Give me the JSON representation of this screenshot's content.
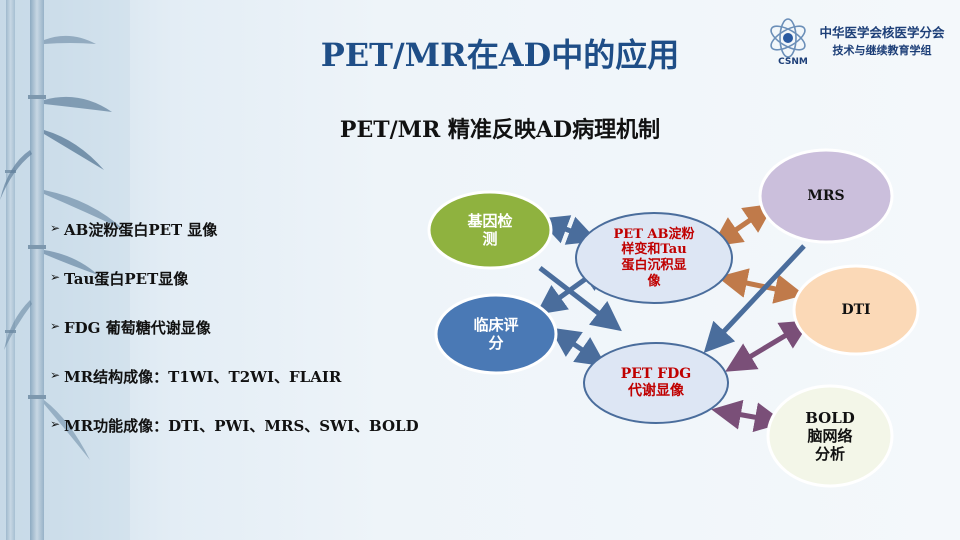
{
  "title": "PET/MR在AD中的应用",
  "subtitle": "PET/MR 精准反映AD病理机制",
  "org": {
    "name": "中华医学会核医学分会",
    "sub": "技术与继续教育学组",
    "emblem_text": "CSNM"
  },
  "bullets": [
    {
      "marker": "➢",
      "text": "AB淀粉蛋白PET 显像"
    },
    {
      "marker": "➢",
      "text": "Tau蛋白PET显像"
    },
    {
      "marker": "➢",
      "text": "FDG 葡萄糖代谢显像"
    },
    {
      "marker": "➢",
      "text": "MR结构成像：T1WI、T2WI、FLAIR"
    },
    {
      "marker": "➢",
      "text": "MR功能成像：DTI、PWI、MRS、SWI、BOLD"
    }
  ],
  "diagram": {
    "nodes": {
      "gene": {
        "label": "基因检\n测",
        "fill": "#8fb23f",
        "text_color": "#ffffff"
      },
      "clinical": {
        "label": "临床评\n分",
        "fill": "#4a79b5",
        "text_color": "#ffffff"
      },
      "pet_ab": {
        "label": "PET AB淀粉\n样变和Tau\n蛋白沉积显\n像",
        "fill": "#dde6f4",
        "text_color": "#c00000"
      },
      "pet_fdg": {
        "label": "PET FDG\n代谢显像",
        "fill": "#dde6f4",
        "text_color": "#c00000"
      },
      "mrs": {
        "label": "MRS",
        "fill": "#cbbfdc",
        "text_color": "#111111"
      },
      "dti": {
        "label": "DTI",
        "fill": "#fbd9b7",
        "text_color": "#111111"
      },
      "bold": {
        "label": "BOLD\n脑网络\n分析",
        "fill": "#f3f6e8",
        "text_color": "#111111"
      }
    },
    "arrow_colors": {
      "blue": "#4a6d9c",
      "orange": "#c07a4a",
      "purple": "#7a4f78"
    }
  }
}
